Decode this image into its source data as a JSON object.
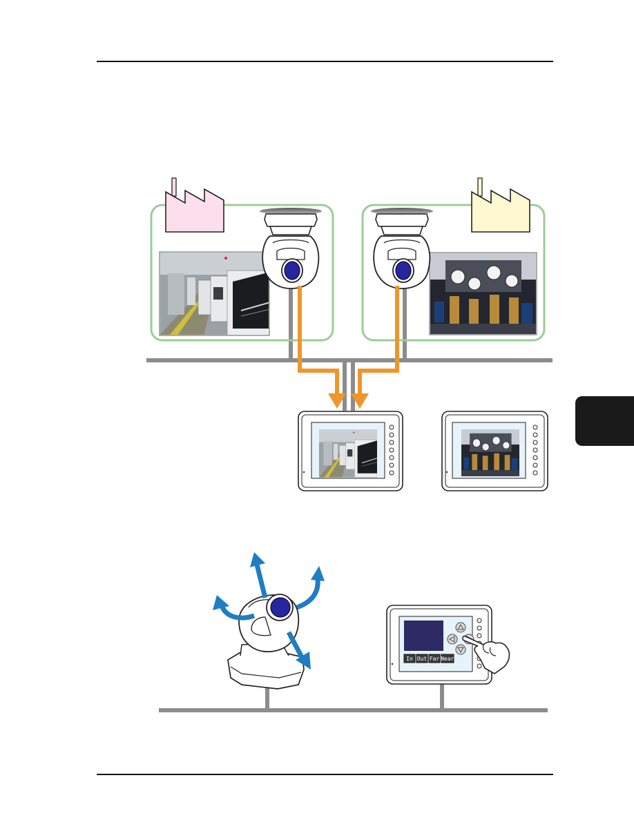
{
  "colors": {
    "network": "#8c8c8c",
    "video_signal": "#f0952a",
    "control_arrow": "#1f7ec2",
    "zone_border": "#9ccc98",
    "factory_left": "#fbdfea",
    "factory_right": "#fff8d0",
    "monitor_dark": "#2d2a66",
    "edge_tab": "#1a1a1a"
  },
  "icons": {
    "factory": "factory-icon",
    "camera": "ptz-camera-icon",
    "hmi": "touch-panel-icon",
    "hand": "pointing-hand-icon"
  },
  "control_panel": {
    "buttons": [
      "In",
      "Out",
      "Far",
      "Near"
    ]
  }
}
